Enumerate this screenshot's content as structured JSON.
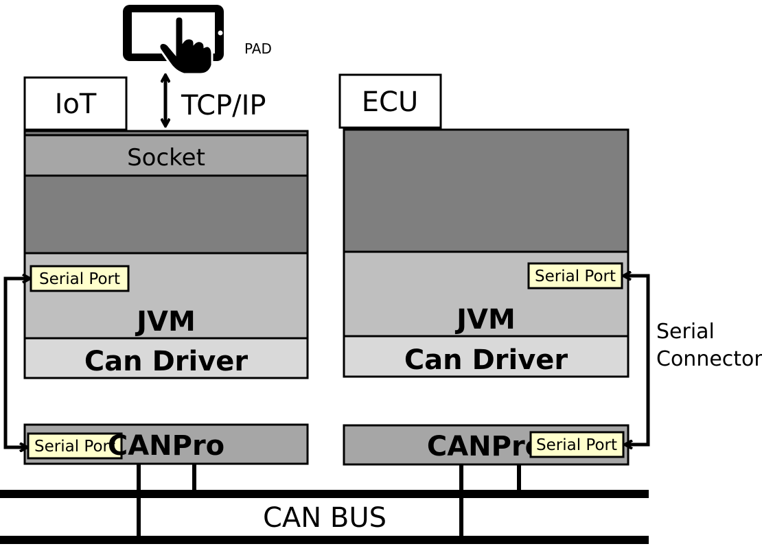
{
  "pad": {
    "label": "PAD"
  },
  "link": {
    "label": "TCP/IP"
  },
  "iot": {
    "tab": "IoT",
    "socket": "Socket",
    "serial_port": "Serial Port",
    "jvm": "JVM",
    "can_driver": "Can Driver"
  },
  "ecu": {
    "tab": "ECU",
    "serial_port": "Serial Port",
    "jvm": "JVM",
    "can_driver": "Can Driver"
  },
  "canpro_left": {
    "label": "CANPro",
    "serial_port": "Serial Port"
  },
  "canpro_right": {
    "label": "CANPro",
    "serial_port": "Serial Port"
  },
  "serial_connection": {
    "line1": "Serial",
    "line2": "Connecton"
  },
  "bus": {
    "label": "CAN BUS"
  },
  "colors": {
    "dark_gray": "#7f7f7f",
    "mid_gray": "#a6a6a6",
    "light_gray": "#bfbfbf",
    "lighter_gray": "#d9d9d9",
    "serial_port_fill": "#ffffcc",
    "outline": "#000000"
  }
}
